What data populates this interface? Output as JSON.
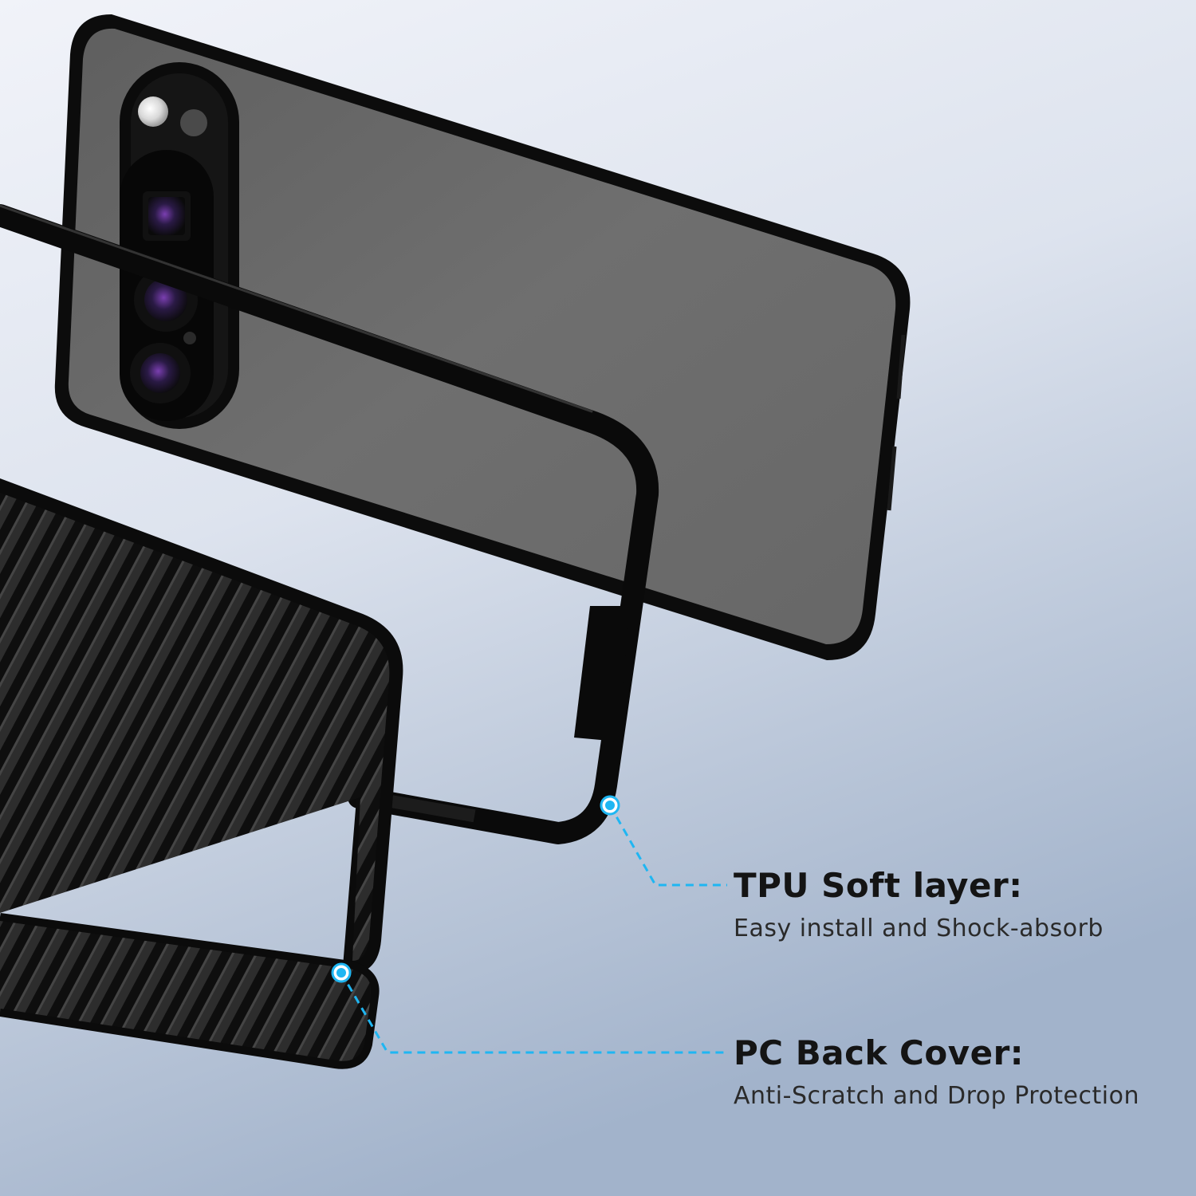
{
  "colors": {
    "background_top": "#eef1f8",
    "background_bottom": "#a6b6cd",
    "phone_back": "#6b6b6b",
    "case_black": "#111111",
    "accent_cyan": "#1fb6f2"
  },
  "icons": {
    "camera_bar": "camera-bar-icon",
    "callout_dot": "callout-dot-icon"
  },
  "callouts": {
    "tpu": {
      "heading": "TPU Soft layer:",
      "description": "Easy install and Shock-absorb"
    },
    "pc": {
      "heading": "PC Back Cover:",
      "description": "Anti-Scratch and Drop Protection"
    }
  }
}
